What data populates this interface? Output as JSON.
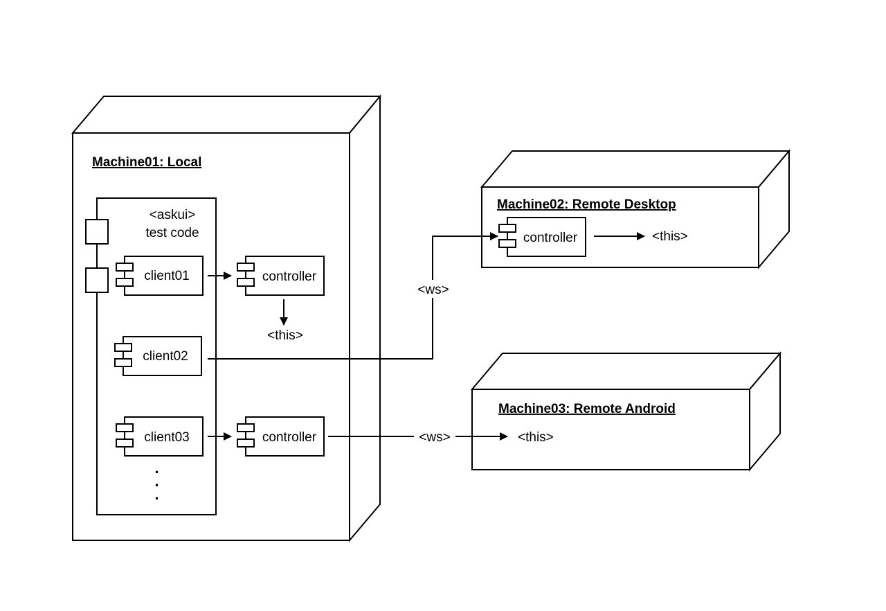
{
  "machines": {
    "m1": {
      "title": "Machine01: Local"
    },
    "m2": {
      "title": "Machine02: Remote Desktop"
    },
    "m3": {
      "title": "Machine03: Remote Android"
    }
  },
  "askui_component": {
    "stereotype": "<askui>",
    "label": "test code",
    "ellipsis": "·"
  },
  "components": {
    "client01": "client01",
    "client02": "client02",
    "client03": "client03",
    "controller_local_1": "controller",
    "controller_local_3": "controller",
    "controller_remote_desktop": "controller"
  },
  "labels": {
    "this_local": "<this>",
    "this_desktop": "<this>",
    "this_android": "<this>",
    "ws_desktop": "<ws>",
    "ws_android": "<ws>"
  },
  "colors": {
    "stroke": "#000000",
    "background": "#ffffff"
  }
}
